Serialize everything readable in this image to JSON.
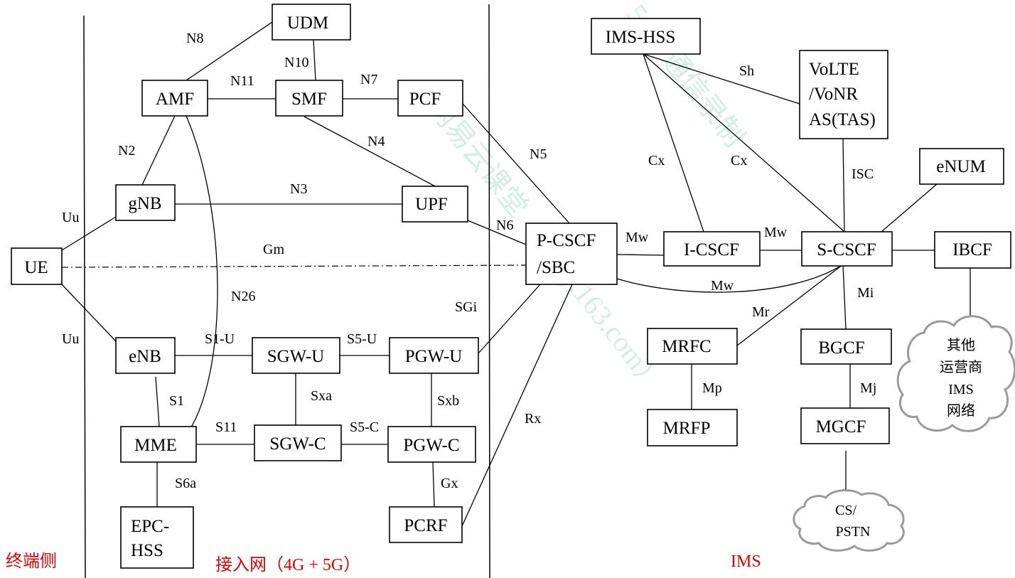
{
  "regions": {
    "terminal": "终端侧",
    "access": "接入网（4G + 5G）",
    "ims": "IMS"
  },
  "nodes": {
    "ue": "UE",
    "gnb": "gNB",
    "enb": "eNB",
    "amf": "AMF",
    "udm": "UDM",
    "smf": "SMF",
    "pcf": "PCF",
    "upf": "UPF",
    "mme": "MME",
    "epc_hss": [
      "EPC-",
      "HSS"
    ],
    "sgw_u": "SGW-U",
    "pgw_u": "PGW-U",
    "sgw_c": "SGW-C",
    "pgw_c": "PGW-C",
    "pcrf": "PCRF",
    "p_cscf": [
      "P-CSCF",
      "/SBC"
    ],
    "i_cscf": "I-CSCF",
    "s_cscf": "S-CSCF",
    "ims_hss": "IMS-HSS",
    "volte_as": [
      "VoLTE",
      "/VoNR",
      "AS(TAS)"
    ],
    "enum": "eNUM",
    "ibcf": "IBCF",
    "mrfc": "MRFC",
    "mrfp": "MRFP",
    "bgcf": "BGCF",
    "mgcf": "MGCF"
  },
  "clouds": {
    "other_operator": [
      "其他",
      "运营商",
      "IMS",
      "网络"
    ],
    "cs_pstn": [
      "CS/",
      "PSTN"
    ]
  },
  "interfaces": {
    "n8": "N8",
    "n10": "N10",
    "n11": "N11",
    "n7": "N7",
    "n2": "N2",
    "n4": "N4",
    "n3": "N3",
    "n5": "N5",
    "n6": "N6",
    "n26": "N26",
    "uu_top": "Uu",
    "uu_bottom": "Uu",
    "gm": "Gm",
    "sgi": "SGi",
    "s1_u": "S1-U",
    "s5_u": "S5-U",
    "s1": "S1",
    "sxa": "Sxa",
    "sxb": "Sxb",
    "s11": "S11",
    "s5_c": "S5-C",
    "s6a": "S6a",
    "gx": "Gx",
    "rx": "Rx",
    "sh": "Sh",
    "cx_left": "Cx",
    "cx_right": "Cx",
    "isc": "ISC",
    "mw_pi": "Mw",
    "mw_is": "Mw",
    "mw_ps": "Mw",
    "mr": "Mr",
    "mi": "Mi",
    "mp": "Mp",
    "mj": "Mj"
  },
  "watermark": [
    "网易云课堂（study.163.com）",
    "51学通信录制"
  ]
}
